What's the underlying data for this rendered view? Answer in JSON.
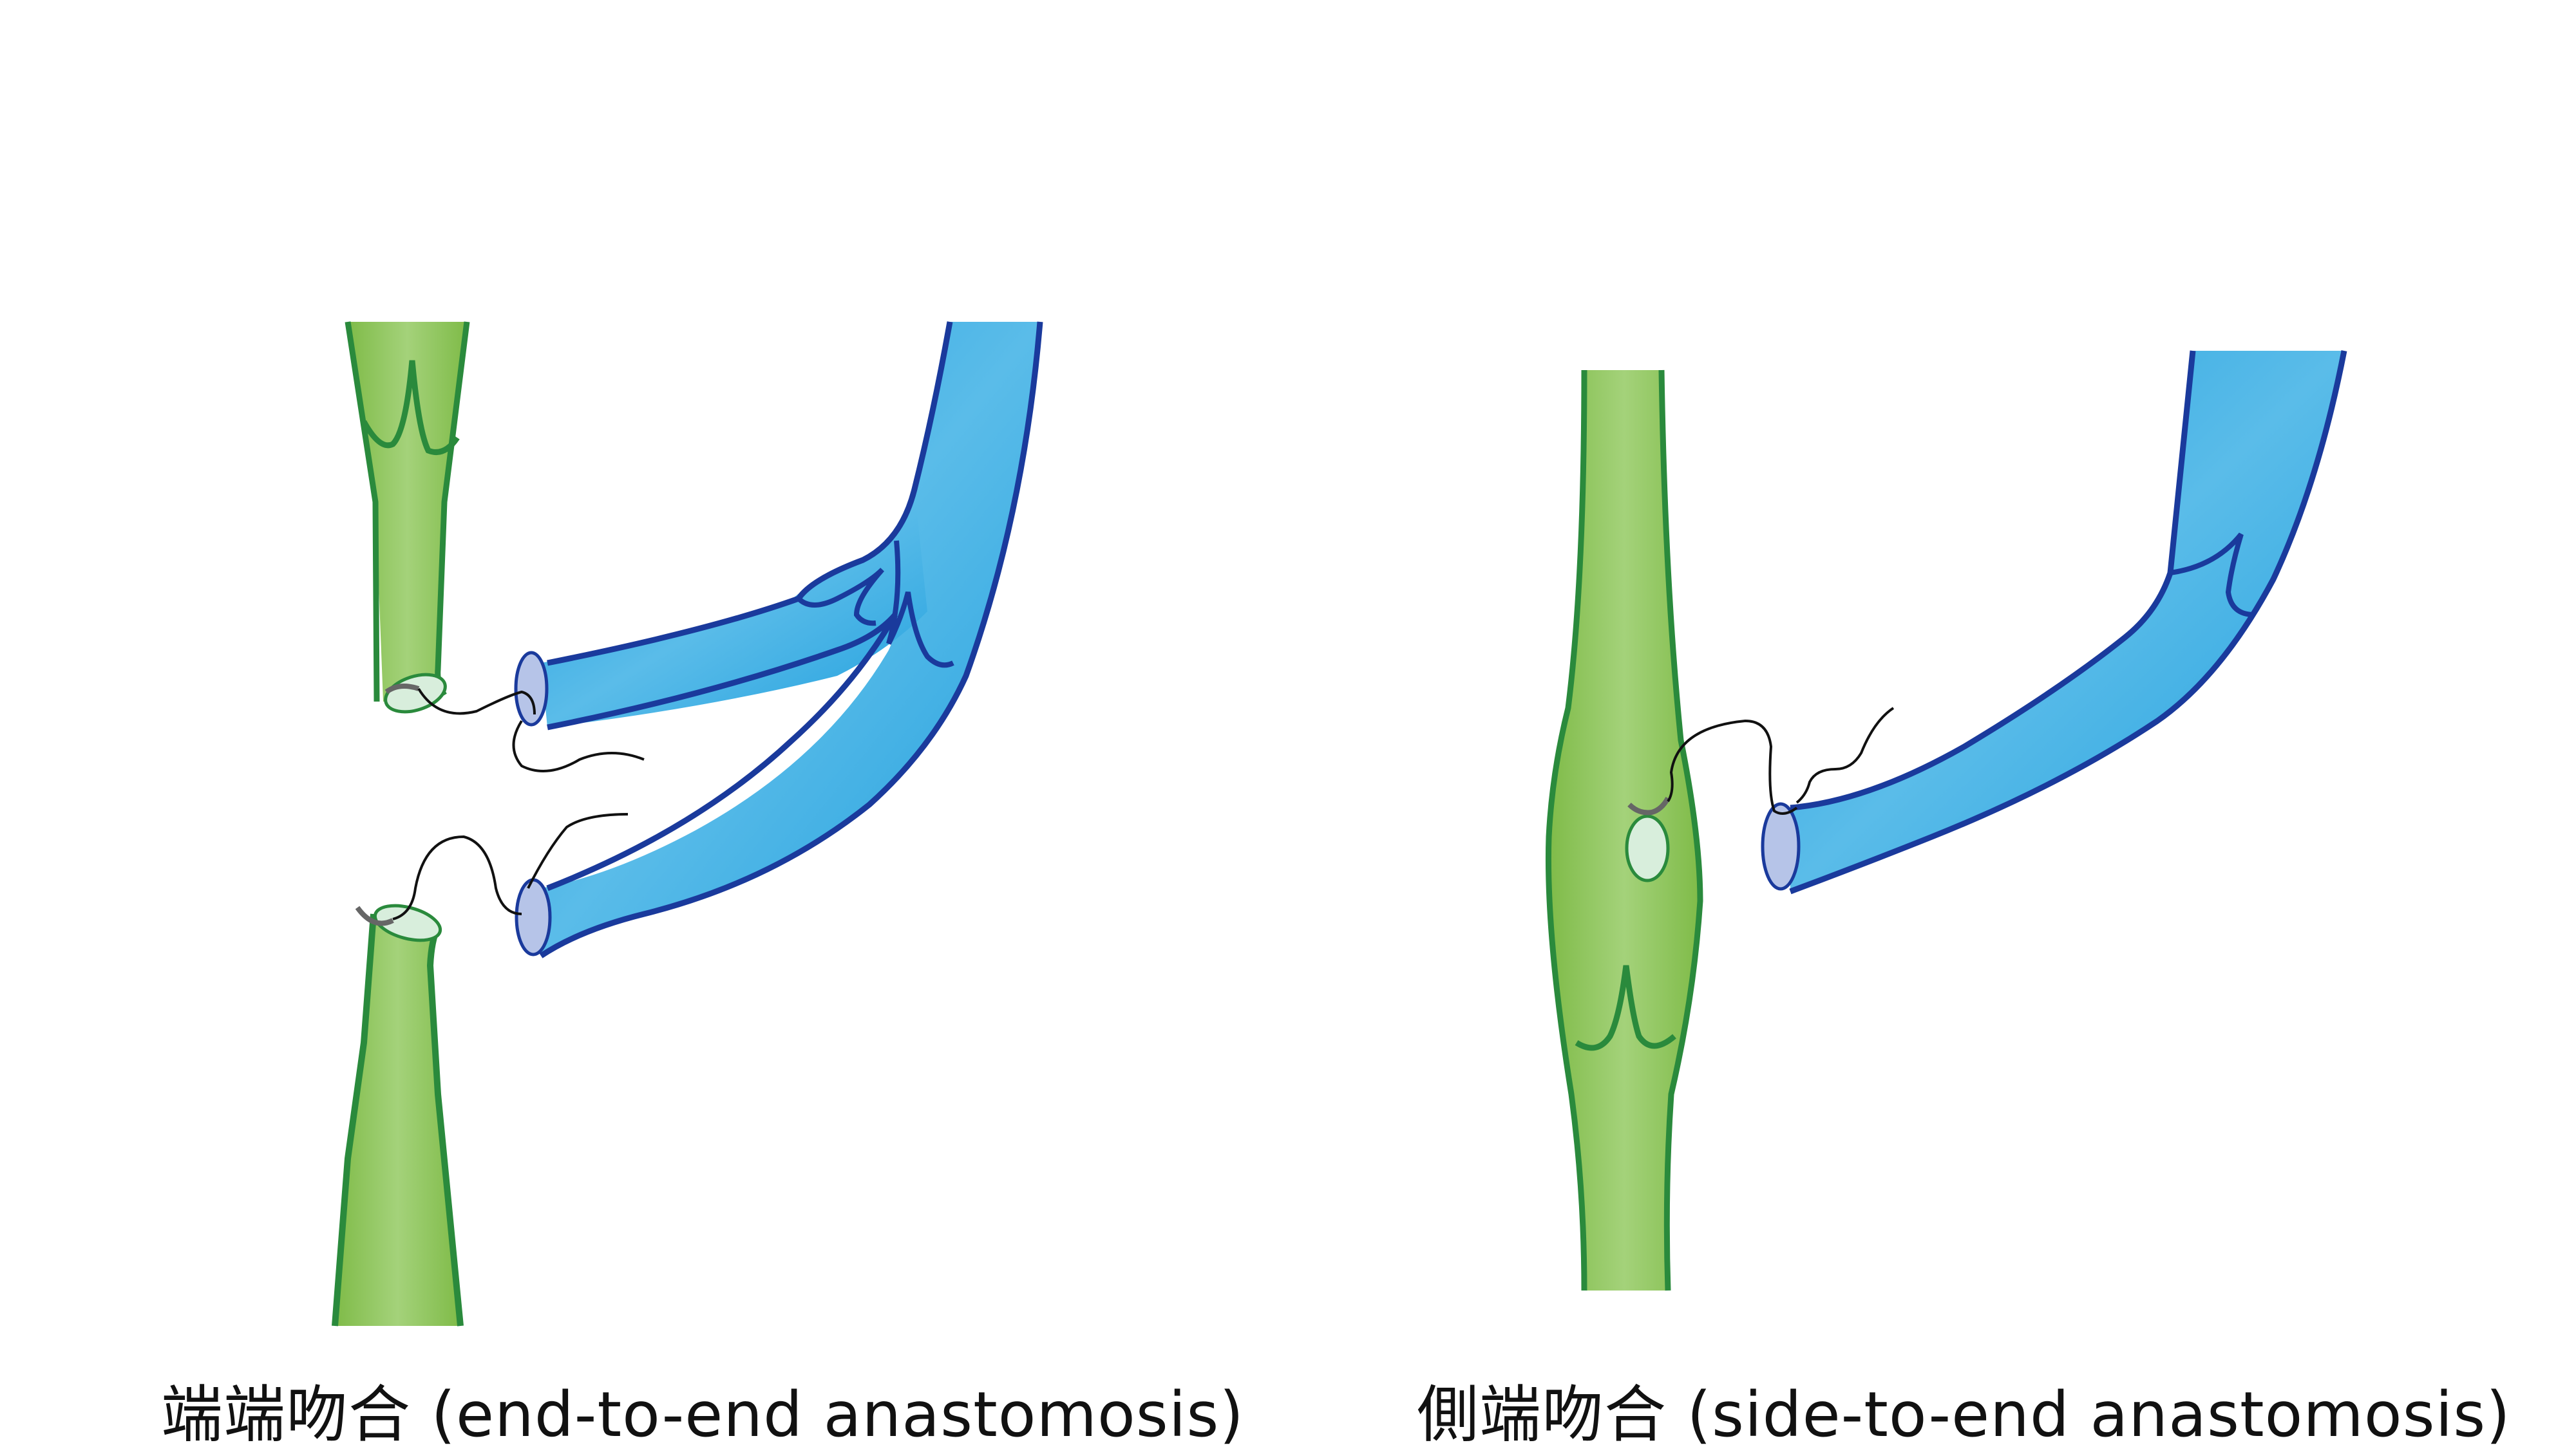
{
  "panels": [
    {
      "id": "end-to-end",
      "caption": "端端吻合 (end-to-end anastomosis)",
      "parts": [
        "artery-upper-segment",
        "artery-lower-segment",
        "vein-upper-branch",
        "vein-lower-branch",
        "sutures"
      ]
    },
    {
      "id": "side-to-end",
      "caption": "側端吻合 (side-to-end anastomosis)",
      "parts": [
        "artery-with-side-opening",
        "vein-end",
        "suture"
      ]
    }
  ],
  "colors": {
    "artery_fill": "#86c04f",
    "artery_highlight": "#a4d27a",
    "artery_outline": "#2a8a3c",
    "artery_lumen": "#d8eedc",
    "vein_fill": "#28a4e0",
    "vein_highlight": "#58bbe8",
    "vein_outline": "#1a3a9c",
    "vein_lumen": "#b6c4e8",
    "suture": "#111111",
    "needle": "#666666"
  }
}
